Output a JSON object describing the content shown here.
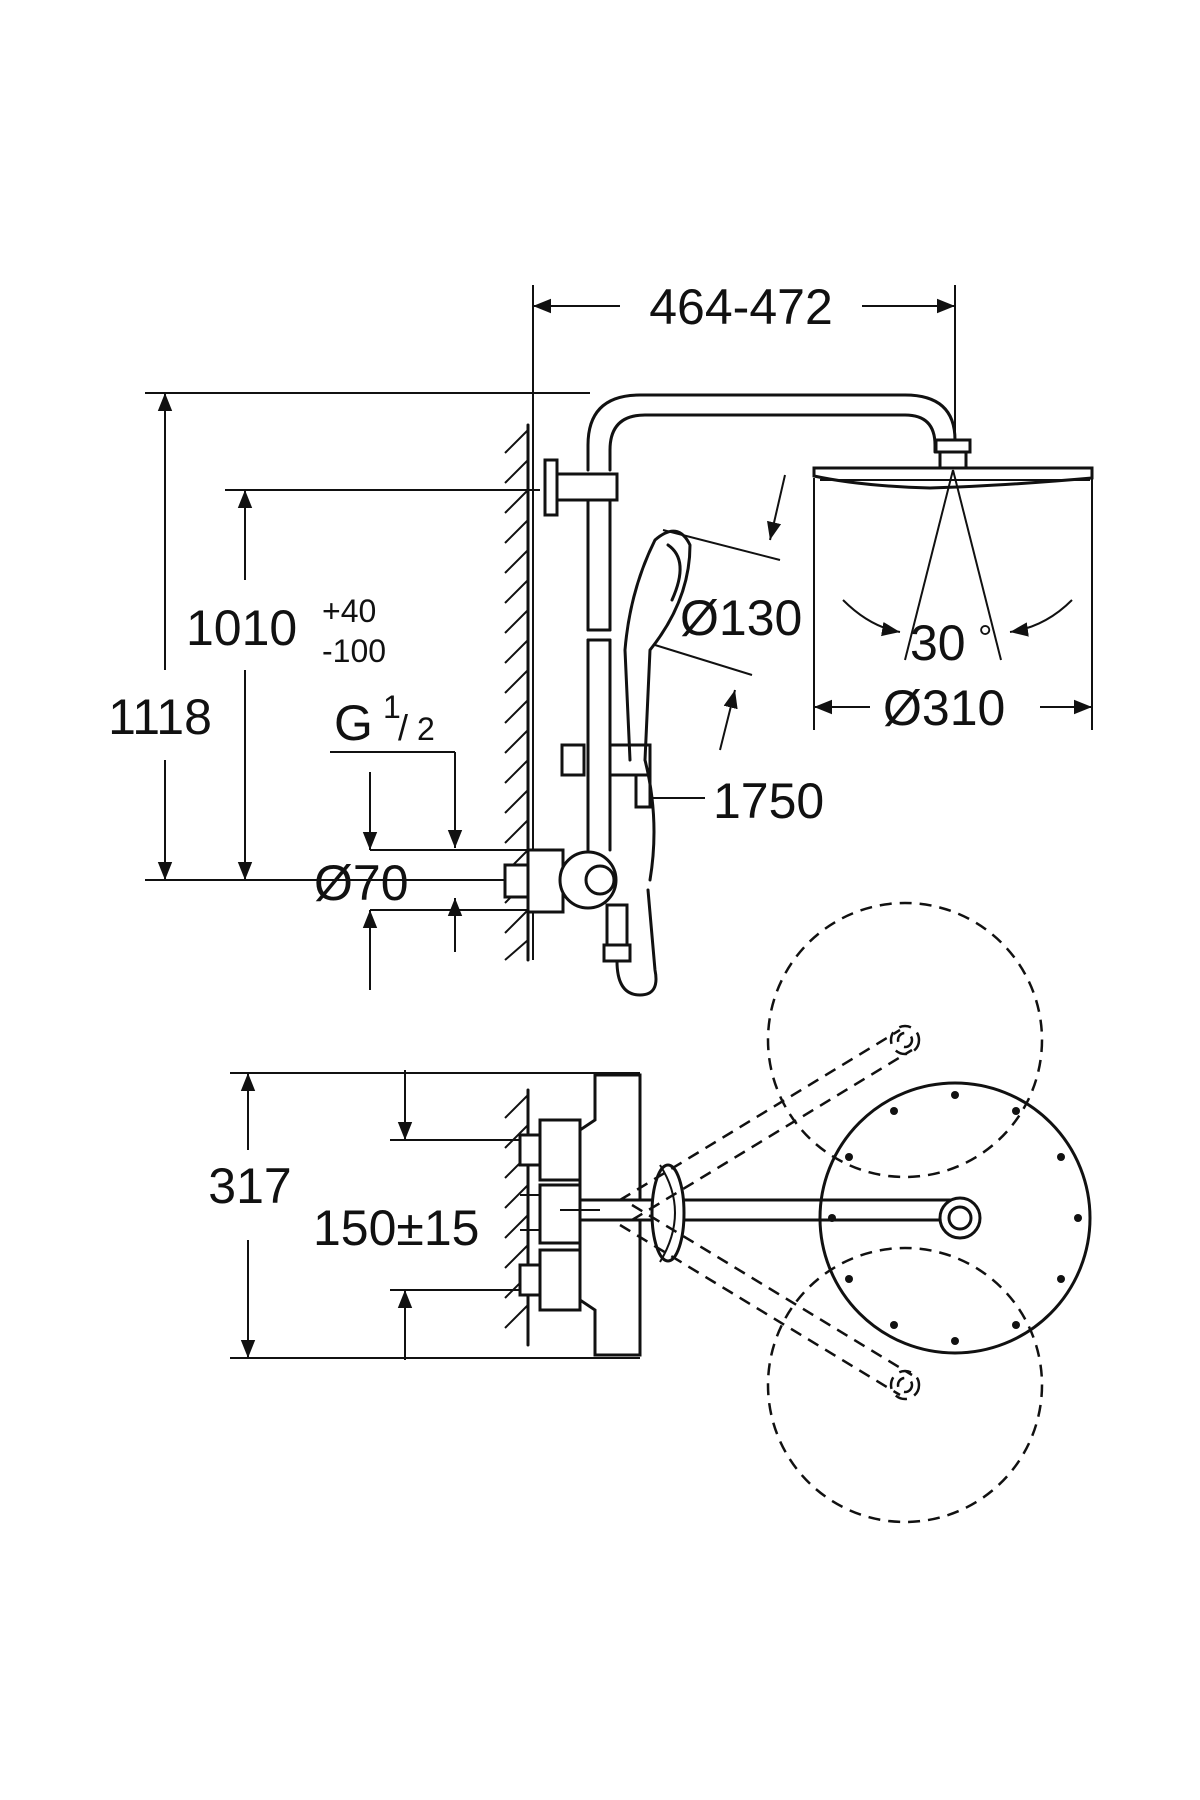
{
  "dimensions": {
    "width_range": "464-472",
    "total_height": "1118",
    "outlet_height": "1010",
    "outlet_tol_plus": "+40",
    "outlet_tol_minus": "-100",
    "thread_letter": "G",
    "thread_num": "1",
    "thread_den": "2",
    "rosette_diameter": "Ø70",
    "hand_shower_diameter": "Ø130",
    "hose_length": "1750",
    "spray_angle": "30",
    "angle_unit": "°",
    "head_shower_diameter": "Ø310",
    "wall_depth": "317",
    "inlet_spacing": "150±15"
  }
}
